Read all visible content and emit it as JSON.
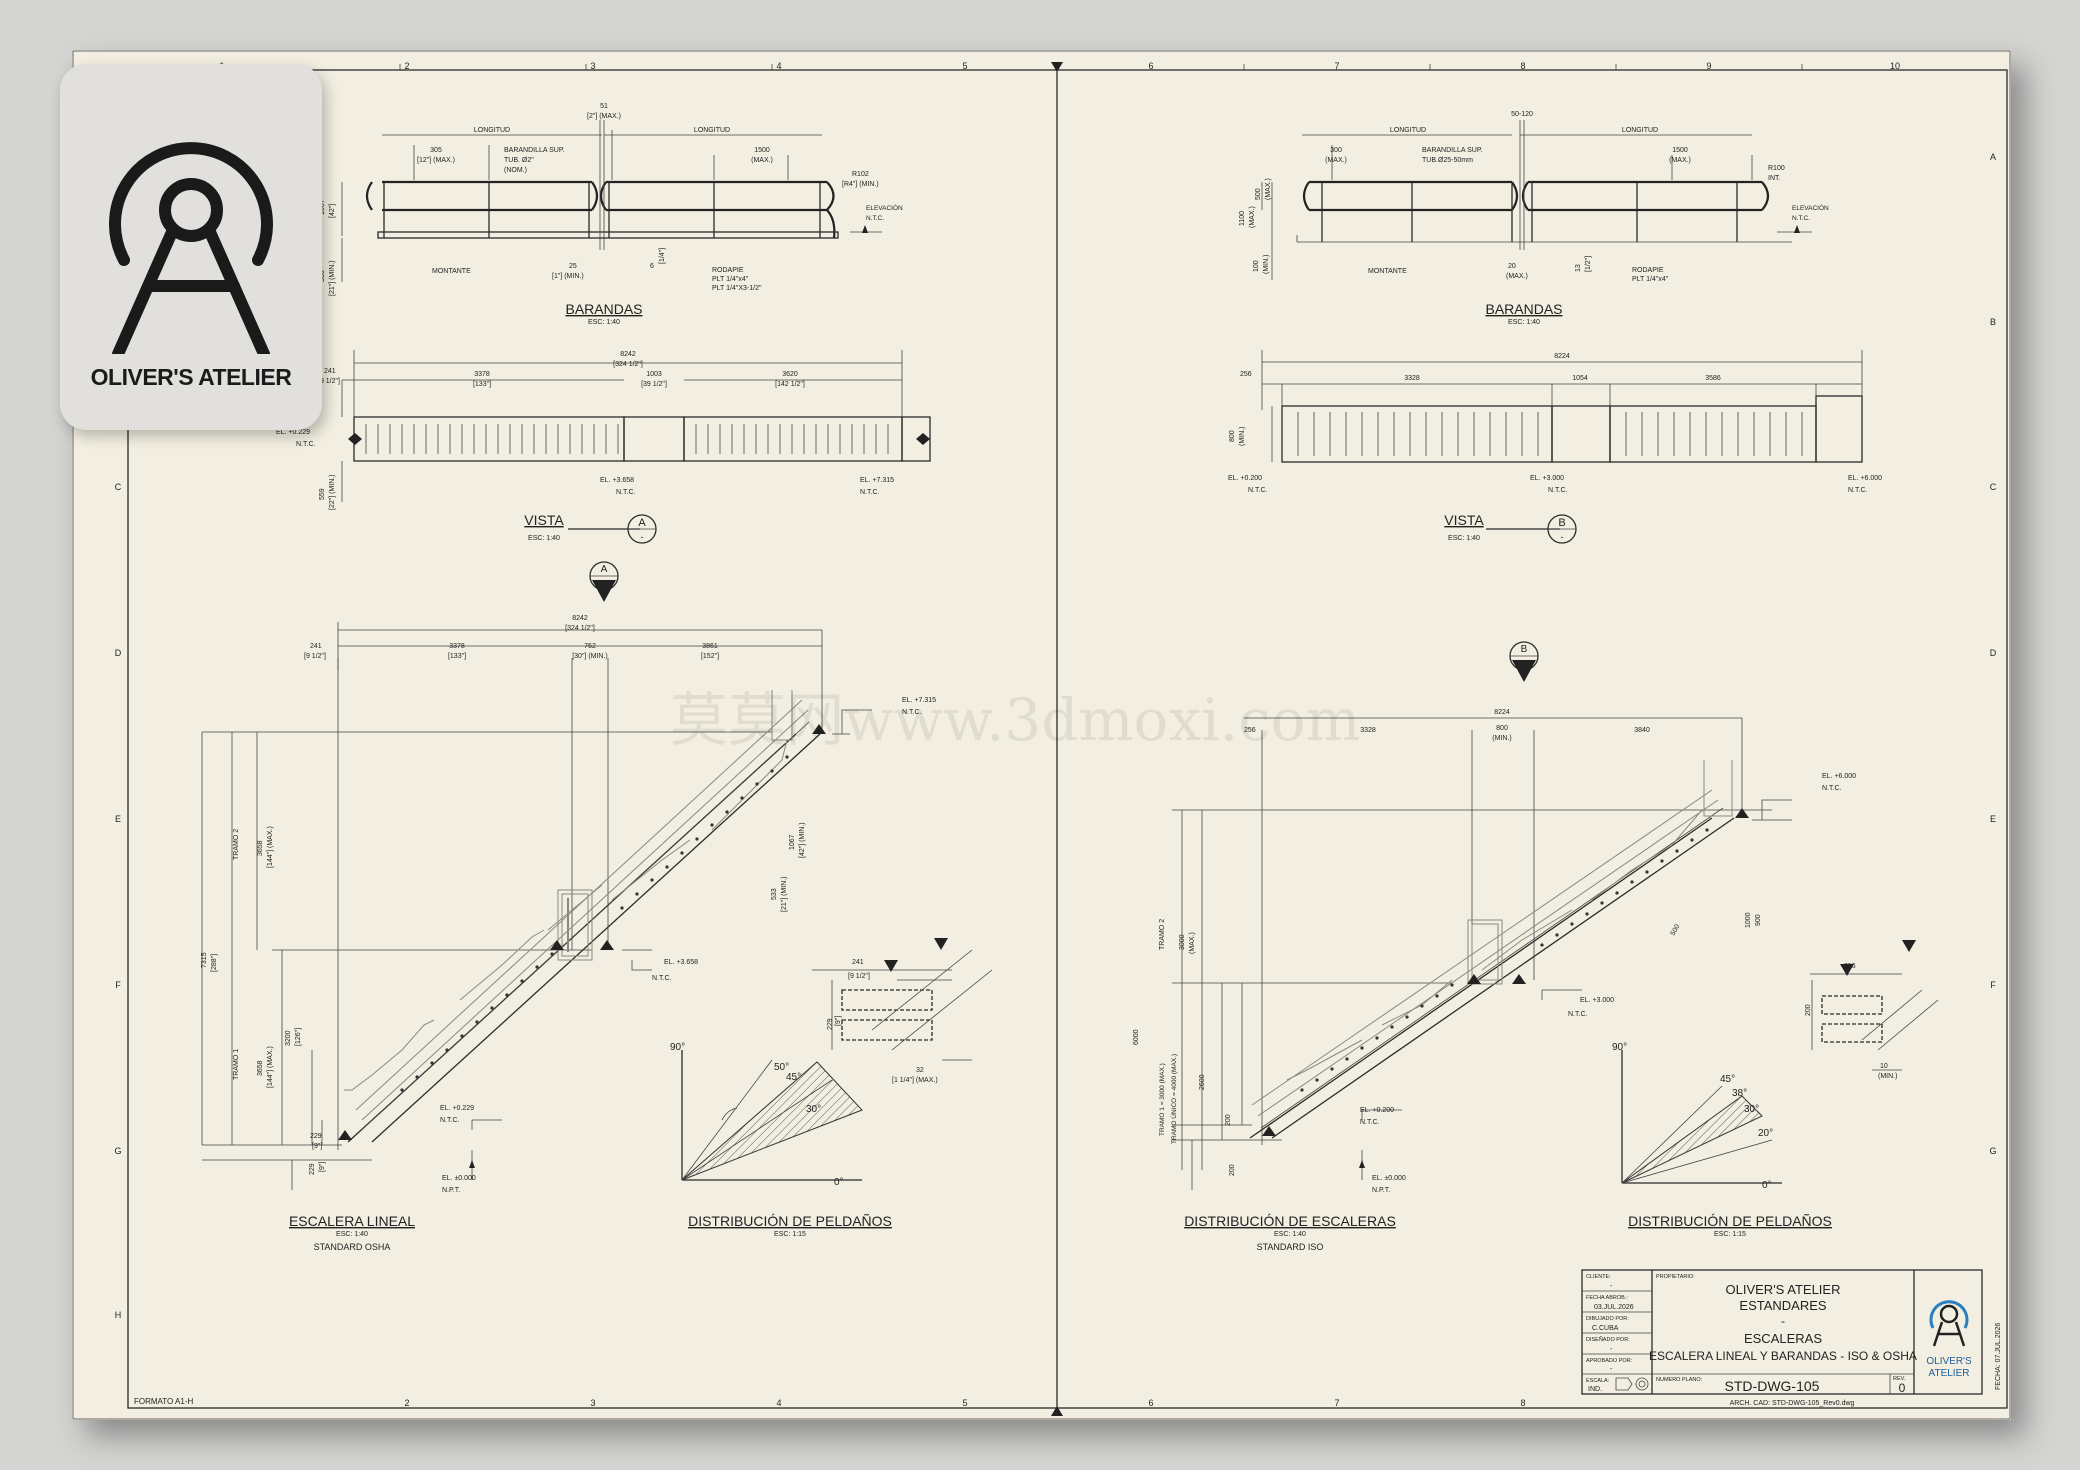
{
  "brand": {
    "name": "OLIVER'S ATELIER",
    "logo_name_line1": "OLIVER'S",
    "logo_name_line2": "ATELIER"
  },
  "watermark": "莫莫网www.3dmoxi.com",
  "format": "FORMATO A1-H",
  "grid": {
    "columns": [
      "1",
      "2",
      "3",
      "4",
      "5",
      "6",
      "7",
      "8",
      "9",
      "10"
    ],
    "rows": [
      "A",
      "B",
      "C",
      "D",
      "E",
      "F",
      "G",
      "H"
    ]
  },
  "left_sheet": {
    "railing": {
      "title": "BARANDAS",
      "scale": "ESC: 1:40",
      "labels": {
        "longitud": "LONGITUD",
        "top_rail": "BARANDILLA SUP.",
        "tube": "TUB. Ø2\"",
        "nom": "(NOM.)",
        "montante": "MONTANTE",
        "rodapie": "RODAPIE",
        "plt1": "PLT 1/4\"x4\"",
        "plt2": "PLT 1/4\"X3-1/2\"",
        "elevacion": "ELEVACIÓN",
        "ntc": "N.T.C.",
        "r102": "R102",
        "r4": "[R4\"] (MIN.)"
      },
      "dims": {
        "d51": "51",
        "d2max": "[2\"] (MAX.)",
        "d305": "305",
        "d12max": "[12\"] (MAX.)",
        "d1500": "1500",
        "dmax": "(MAX.)",
        "d1067": "1067",
        "d42": "[42\"]",
        "d533": "533",
        "d21": "[21\"] (MIN.)",
        "d25": "25",
        "d1min": "[1\"] (MIN.)",
        "d6": "6",
        "d14": "[1/4\"]"
      }
    },
    "vista": {
      "title": "VISTA",
      "scale": "ESC: 1:40",
      "tag": "A",
      "tag_sub": "-",
      "dims": {
        "total": "8242",
        "total_in": "[324 1/2\"]",
        "a": "241",
        "a_in": "[9 1/2\"]",
        "b": "3378",
        "b_in": "[133\"]",
        "c": "1003",
        "c_in": "[39 1/2\"]",
        "d": "3620",
        "d_in": "[142 1/2\"]",
        "w": "559",
        "w_in": "[22\"] (MIN.)"
      },
      "levels": {
        "start": "EL. +0.229",
        "mid": "EL. +3.658",
        "end": "EL. +7.315",
        "ntc": "N.T.C."
      }
    },
    "stair": {
      "title": "ESCALERA LINEAL",
      "scale": "ESC: 1:40",
      "standard": "STANDARD OSHA",
      "dims": {
        "total": "8242",
        "total_in": "[324 1/2\"]",
        "a": "241",
        "a_in": "[9 1/2\"]",
        "b": "3378",
        "b_in": "[133\"]",
        "c": "762",
        "c_in": "[30\"] (MIN.)",
        "d": "3861",
        "d_in": "[152\"]",
        "h_total": "7315",
        "h_total_in": "[288\"]",
        "tramo2": "TRAMO 2",
        "tramo1": "TRAMO 1",
        "h2": "3658",
        "h2_in": "[144\"] (MAX.)",
        "h1": "3658",
        "h1_in": "[144\"] (MAX.)",
        "h3200": "3200",
        "h126": "[126\"]",
        "h229": "229",
        "h9": "[9\"]",
        "g1067": "1067",
        "g42": "[42\"] (MIN.)",
        "g533": "533",
        "g21": "[21\"] (MIN.)"
      },
      "levels": {
        "top": "EL. +7.315",
        "mid": "EL. +3.658",
        "low": "EL. +0.229",
        "base": "EL. ±0.000",
        "ntc": "N.T.C.",
        "npt": "N.P.T."
      }
    },
    "steps": {
      "title": "DISTRIBUCIÓN DE PELDAÑOS",
      "scale": "ESC: 1:15",
      "angles": {
        "a90": "90°",
        "a50": "50°",
        "a45": "45°",
        "a30": "30°",
        "a0": "0°"
      },
      "dims": {
        "d241": "241",
        "d9": "[9 1/2\"]",
        "d229": "229",
        "d9b": "[9\"]",
        "d32": "32",
        "d114": "[1 1/4\"] (MAX.)"
      }
    }
  },
  "right_sheet": {
    "railing": {
      "title": "BARANDAS",
      "scale": "ESC: 1:40",
      "labels": {
        "longitud": "LONGITUD",
        "top_rail": "BARANDILLA SUP.",
        "tube": "TUB.Ø25-50mm",
        "montante": "MONTANTE",
        "rodapie": "RODAPIE",
        "plt": "PLT 1/4\"x4\"",
        "elevacion": "ELEVACIÓN",
        "ntc": "N.T.C.",
        "r100": "R100",
        "int": "INT."
      },
      "dims": {
        "d50_120": "50-120",
        "d300": "300",
        "dmax": "(MAX.)",
        "d1500": "1500",
        "d1100": "1100",
        "d500": "500",
        "d100": "100",
        "dmin": "(MIN.)",
        "d20": "20",
        "d13": "13",
        "d12": "[1/2\"]"
      }
    },
    "vista": {
      "title": "VISTA",
      "scale": "ESC: 1:40",
      "tag": "B",
      "tag_sub": "-",
      "dims": {
        "total": "8224",
        "a": "256",
        "b": "3328",
        "c": "1054",
        "d": "3586",
        "w": "800",
        "w_min": "(MIN.)"
      },
      "levels": {
        "start": "EL. +0.200",
        "mid": "EL. +3.000",
        "end": "EL. +6.000",
        "ntc": "N.T.C."
      }
    },
    "stair": {
      "title": "DISTRIBUCIÓN DE ESCALERAS",
      "scale": "ESC: 1:40",
      "standard": "STANDARD ISO",
      "dims": {
        "total": "8224",
        "a": "256",
        "b": "3328",
        "c": "800",
        "c_min": "(MIN.)",
        "d": "3840",
        "h_total": "6000",
        "tramo2": "TRAMO 2",
        "tramo1": "TRAMO 1 = 3000 (MAX.)",
        "tramo_unico": "TRAMO ÚNICO = 4000 (MAX.)",
        "h3000": "3000",
        "hmax": "(MAX.)",
        "h2600": "2600",
        "h200": "200",
        "g1000": "1000",
        "g900": "900",
        "g500": "500"
      },
      "levels": {
        "top": "EL. +6.000",
        "mid": "EL. +3.000",
        "low": "EL. +0.200",
        "base": "EL. ±0.000",
        "ntc": "N.T.C.",
        "npt": "N.P.T."
      }
    },
    "steps": {
      "title": "DISTRIBUCIÓN DE PELDAÑOS",
      "scale": "ESC: 1:15",
      "angles": {
        "a90": "90°",
        "a45": "45°",
        "a38": "38°",
        "a30": "30°",
        "a20": "20°",
        "a0": "0°"
      },
      "dims": {
        "d256": "256",
        "d200": "200",
        "d10": "10",
        "dmin": "(MIN.)"
      }
    }
  },
  "title_block": {
    "cliente_label": "CLIENTE:",
    "cliente": "-",
    "fecha_label": "FECHA ABROB.:",
    "fecha": "03.JUL.2026",
    "dibujado_label": "DIBUJADO POR:",
    "dibujado": "C.CUBA",
    "disenado_label": "DISEÑADO POR:",
    "disenado": "-",
    "aprobado_label": "APROBADO POR:",
    "aprobado": "-",
    "escala_label": "ESCALA:",
    "escala": "IND.",
    "propietario_label": "PROPIETARIO:",
    "propietario": "OLIVER'S ATELIER",
    "line1": "ESTANDARES",
    "dash": "-",
    "line2": "ESCALERAS",
    "line3": "ESCALERA LINEAL Y BARANDAS - ISO & OSHA",
    "plano_label": "NUMERO PLANO:",
    "plano": "STD-DWG-105",
    "rev_label": "REV.",
    "rev": "0",
    "archivo": "ARCH. CAD: STD-DWG-105_Rev0.dwg",
    "fecha_side": "FECHA: 07.JUL.2026"
  }
}
